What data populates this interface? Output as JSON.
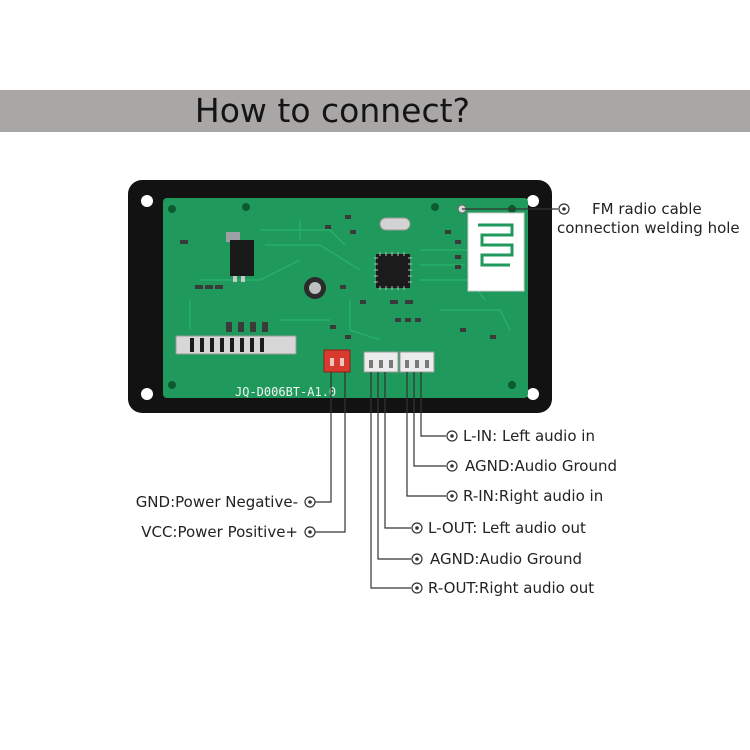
{
  "header": {
    "title": "How to connect?"
  },
  "board": {
    "silkscreen": "JQ-D006BT-A1.0"
  },
  "labels": {
    "fm_line1": "FM radio cable",
    "fm_line2": "connection welding hole",
    "l_in": "L-IN: Left audio in",
    "agnd_in": "AGND:Audio Ground",
    "r_in": "R-IN:Right audio in",
    "l_out": "L-OUT: Left audio out",
    "agnd_out": "AGND:Audio Ground",
    "r_out": "R-OUT:Right audio out",
    "gnd": "GND:Power Negative-",
    "vcc": "VCC:Power Positive+"
  },
  "icons": {
    "terminal": "target-circle-icon"
  },
  "colors": {
    "banner": "#a9a6a6",
    "pcb": "#1f9a5c",
    "frame": "#121212",
    "connector_red": "#d93a30",
    "connector_white": "#ececec"
  }
}
